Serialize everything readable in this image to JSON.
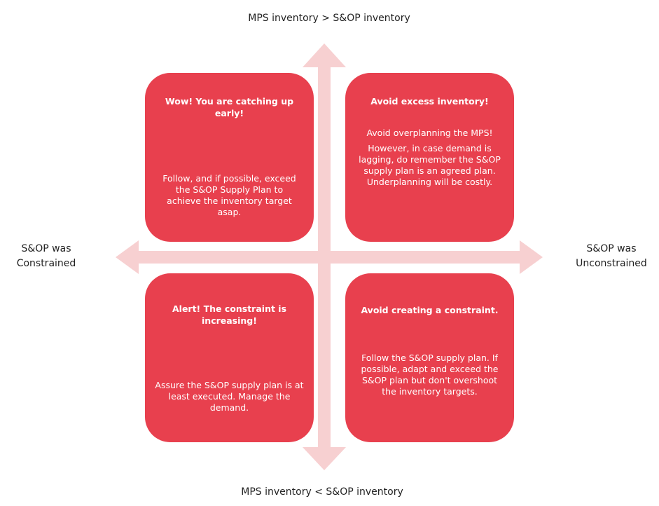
{
  "axes": {
    "top": "MPS inventory > S&OP inventory",
    "bottom": "MPS inventory < S&OP inventory",
    "left": [
      "S&OP was",
      "Constrained"
    ],
    "right": [
      "S&OP was",
      "Unconstrained"
    ]
  },
  "quadrants": {
    "top_left": {
      "title": "Wow! You are catching up early!",
      "body": [
        "Follow, and if possible, exceed the S&OP Supply Plan to achieve the inventory target asap."
      ]
    },
    "top_right": {
      "title": "Avoid excess inventory!",
      "body": [
        "Avoid overplanning the MPS!",
        "However, in case demand is lagging, do remember the S&OP supply plan is an agreed plan. Underplanning will be costly."
      ]
    },
    "bottom_left": {
      "title": "Alert! The constraint is increasing!",
      "body": [
        "Assure the S&OP supply plan is at least executed. Manage the demand."
      ]
    },
    "bottom_right": {
      "title": "Avoid creating a constraint.",
      "body": [
        "Follow the S&OP supply plan. If possible, adapt and exceed the S&OP plan but don't overshoot the inventory targets."
      ]
    }
  },
  "colors": {
    "box": "#e8404e",
    "arrow": "#f7d0d1"
  }
}
